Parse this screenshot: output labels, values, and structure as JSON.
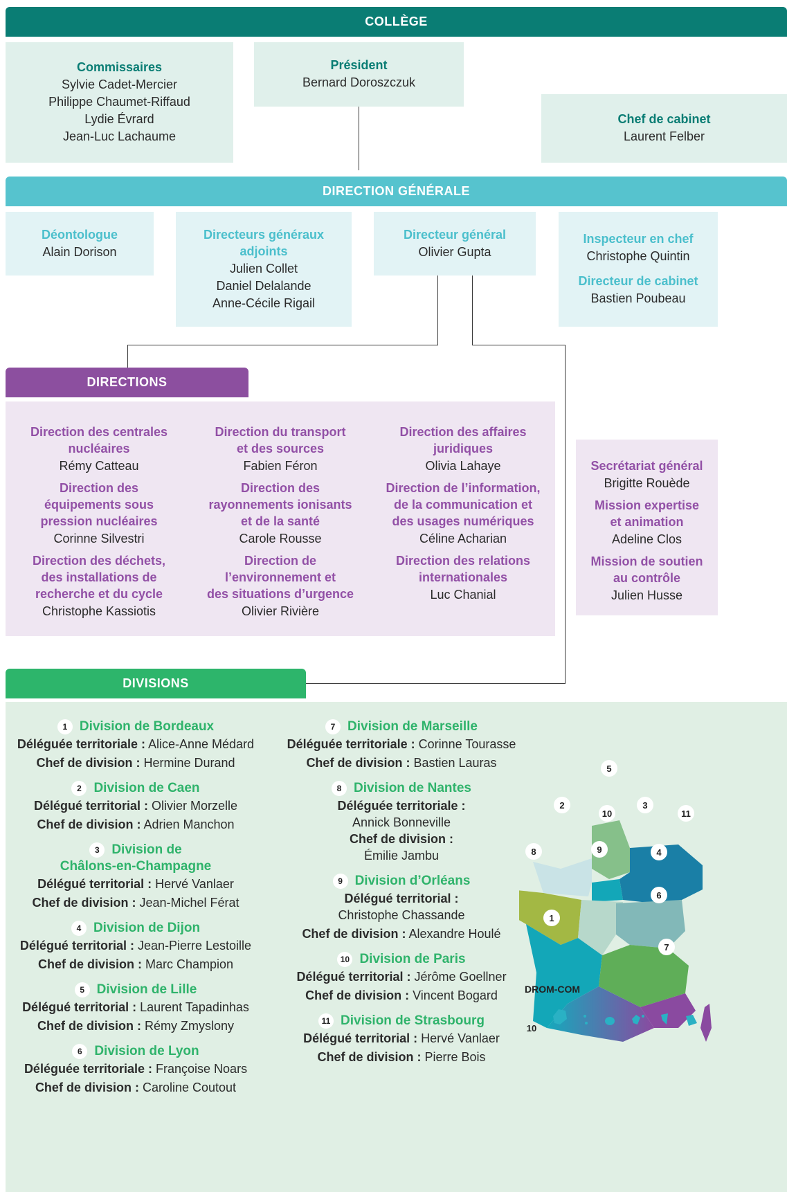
{
  "college": {
    "header": "COLLÈGE",
    "commissaires": {
      "title": "Commissaires",
      "names": [
        "Sylvie Cadet-Mercier",
        "Philippe Chaumet-Riffaud",
        "Lydie Évrard",
        "Jean-Luc Lachaume"
      ]
    },
    "president": {
      "title": "Président",
      "name": "Bernard Doroszczuk"
    },
    "chef_cabinet": {
      "title": "Chef de cabinet",
      "name": "Laurent Felber"
    }
  },
  "direction_generale": {
    "header": "DIRECTION GÉNÉRALE",
    "deontologue": {
      "title": "Déontologue",
      "name": "Alain Dorison"
    },
    "dga": {
      "title_line1": "Directeurs généraux",
      "title_line2": "adjoints",
      "names": [
        "Julien Collet",
        "Daniel Delalande",
        "Anne-Cécile Rigail"
      ]
    },
    "dg": {
      "title": "Directeur général",
      "name": "Olivier Gupta"
    },
    "inspecteur": {
      "title": "Inspecteur en chef",
      "name": "Christophe Quintin"
    },
    "dir_cabinet": {
      "title": "Directeur de cabinet",
      "name": "Bastien Poubeau"
    }
  },
  "directions": {
    "header": "DIRECTIONS",
    "col1": [
      {
        "title": [
          "Direction des centrales",
          "nucléaires"
        ],
        "name": "Rémy Catteau"
      },
      {
        "title": [
          "Direction des",
          "équipements sous",
          "pression nucléaires"
        ],
        "name": "Corinne Silvestri"
      },
      {
        "title": [
          "Direction des déchets,",
          "des installations de",
          "recherche et du cycle"
        ],
        "name": "Christophe Kassiotis"
      }
    ],
    "col2": [
      {
        "title": [
          "Direction du transport",
          "et des sources"
        ],
        "name": "Fabien Féron"
      },
      {
        "title": [
          "Direction des",
          "rayonnements ionisants",
          "et de la santé"
        ],
        "name": "Carole Rousse"
      },
      {
        "title": [
          "Direction de",
          "l’environnement et",
          "des situations d’urgence"
        ],
        "name": "Olivier Rivière"
      }
    ],
    "col3": [
      {
        "title": [
          "Direction des affaires",
          "juridiques"
        ],
        "name": "Olivia Lahaye"
      },
      {
        "title": [
          "Direction de l’information,",
          "de la communication et",
          "des usages numériques"
        ],
        "name": "Céline Acharian"
      },
      {
        "title": [
          "Direction des relations",
          "internationales"
        ],
        "name": "Luc Chanial"
      }
    ],
    "side": [
      {
        "title": [
          "Secrétariat général"
        ],
        "name": "Brigitte Rouède"
      },
      {
        "title": [
          "Mission expertise",
          "et animation"
        ],
        "name": "Adeline Clos"
      },
      {
        "title": [
          "Mission de soutien",
          "au contrôle"
        ],
        "name": "Julien Husse"
      }
    ]
  },
  "divisions": {
    "header": "DIVISIONS",
    "left": [
      {
        "num": "1",
        "title": [
          "Division de Bordeaux"
        ],
        "lines": [
          [
            "Déléguée territoriale :",
            "Alice-Anne Médard"
          ],
          [
            "Chef de division :",
            "Hermine Durand"
          ]
        ]
      },
      {
        "num": "2",
        "title": [
          "Division de Caen"
        ],
        "lines": [
          [
            "Délégué territorial :",
            "Olivier Morzelle"
          ],
          [
            "Chef de division :",
            "Adrien Manchon"
          ]
        ]
      },
      {
        "num": "3",
        "title": [
          "Division de",
          "Châlons-en-Champagne"
        ],
        "lines": [
          [
            "Délégué territorial :",
            "Hervé Vanlaer"
          ],
          [
            "Chef de division :",
            "Jean-Michel Férat"
          ]
        ]
      },
      {
        "num": "4",
        "title": [
          "Division de Dijon"
        ],
        "lines": [
          [
            "Délégué territorial :",
            "Jean-Pierre Lestoille"
          ],
          [
            "Chef de division :",
            "Marc Champion"
          ]
        ]
      },
      {
        "num": "5",
        "title": [
          "Division de Lille"
        ],
        "lines": [
          [
            "Délégué territorial :",
            "Laurent Tapadinhas"
          ],
          [
            "Chef de division :",
            "Rémy Zmyslony"
          ]
        ]
      },
      {
        "num": "6",
        "title": [
          "Division de Lyon"
        ],
        "lines": [
          [
            "Déléguée territoriale :",
            "Françoise Noars"
          ],
          [
            "Chef de division :",
            "Caroline Coutout"
          ]
        ]
      }
    ],
    "right": [
      {
        "num": "7",
        "title": [
          "Division de Marseille"
        ],
        "lines": [
          [
            "Déléguée territoriale :",
            "Corinne Tourasse"
          ],
          [
            "Chef de division :",
            "Bastien Lauras"
          ]
        ]
      },
      {
        "num": "8",
        "title": [
          "Division de Nantes"
        ],
        "lines": [
          [
            "Déléguée territoriale :",
            ""
          ],
          [
            "",
            "Annick Bonneville"
          ],
          [
            "Chef de division :",
            ""
          ],
          [
            "",
            "Émilie Jambu"
          ]
        ]
      },
      {
        "num": "9",
        "title": [
          "Division d’Orléans"
        ],
        "lines": [
          [
            "Délégué territorial :",
            ""
          ],
          [
            "",
            "Christophe Chassande"
          ],
          [
            "Chef de division :",
            "Alexandre Houlé"
          ]
        ]
      },
      {
        "num": "10",
        "title": [
          "Division de Paris"
        ],
        "lines": [
          [
            "Délégué territorial :",
            "Jérôme Goellner"
          ],
          [
            "Chef de division :",
            "Vincent Bogard"
          ]
        ]
      },
      {
        "num": "11",
        "title": [
          "Division de Strasbourg"
        ],
        "lines": [
          [
            "Délégué territorial :",
            "Hervé Vanlaer"
          ],
          [
            "Chef de division :",
            "Pierre Bois"
          ]
        ]
      }
    ],
    "map": {
      "drom_label": "DROM-COM",
      "drom_num": "10",
      "numbers": [
        "1",
        "2",
        "3",
        "4",
        "5",
        "6",
        "7",
        "8",
        "9",
        "10",
        "11"
      ]
    }
  }
}
